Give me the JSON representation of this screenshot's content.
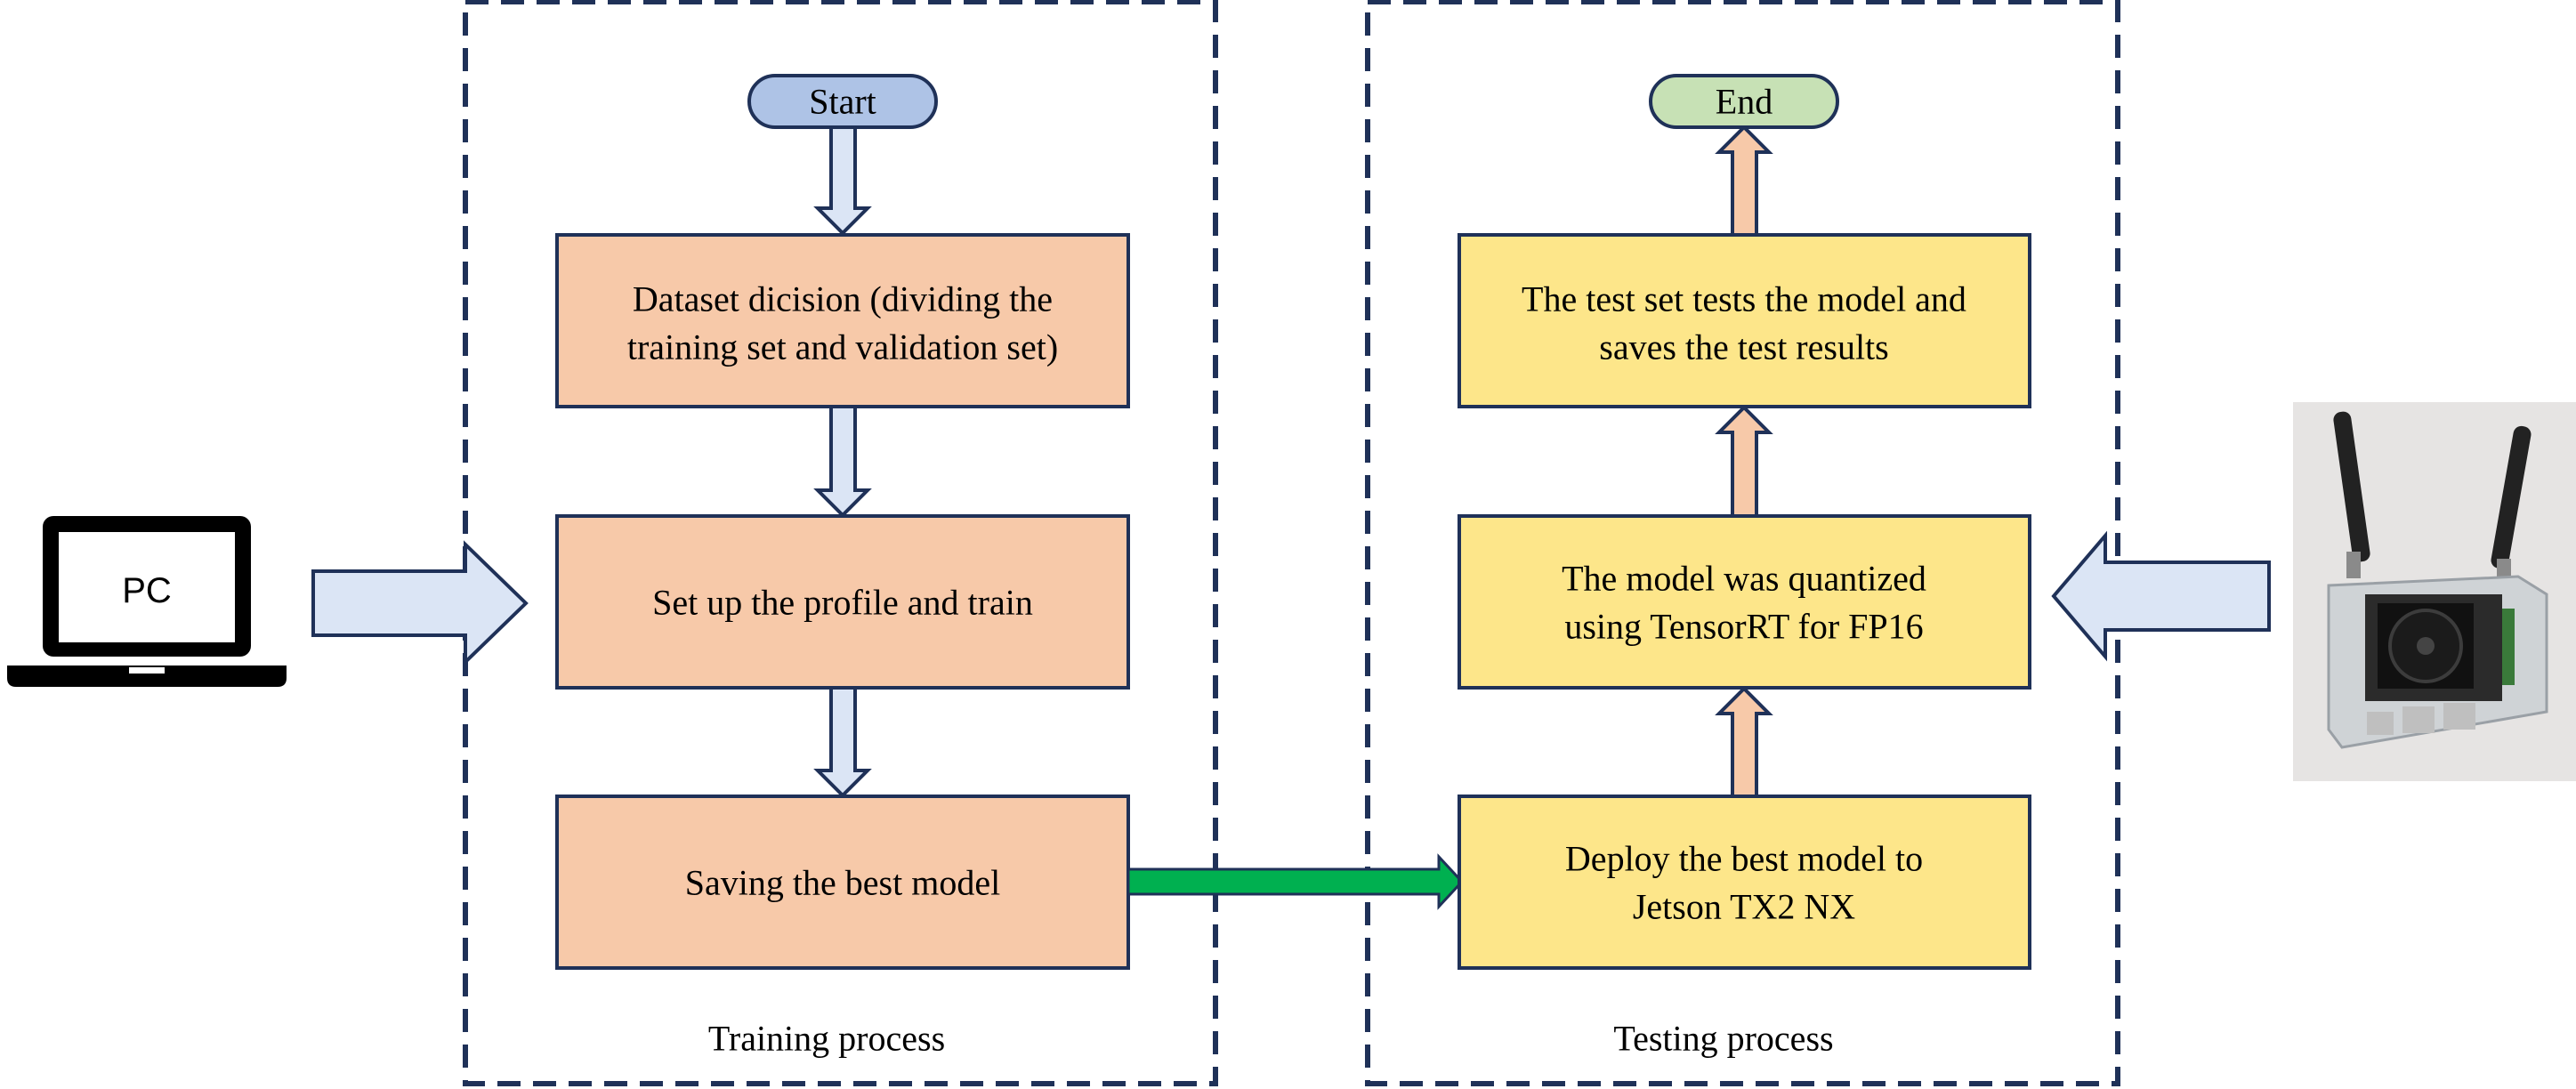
{
  "training": {
    "label": "Training process",
    "start": "Start",
    "step1_line1": "Dataset dicision (dividing the",
    "step1_line2": "training set and validation set)",
    "step2": "Set up the profile and train",
    "step3": "Saving the best model"
  },
  "testing": {
    "label": "Testing process",
    "end": "End",
    "step1_line1": "Deploy the best model to",
    "step1_line2": "Jetson TX2 NX",
    "step2_line1": "The model was quantized",
    "step2_line2": "using TensorRT for FP16",
    "step3_line1": "The test set tests the model and",
    "step3_line2": "saves the test results"
  },
  "pc": {
    "label": "PC"
  },
  "colors": {
    "frame": "#1f3158",
    "training_box": "#f7c9a9",
    "testing_box": "#fde68a",
    "start_fill": "#aec3e6",
    "end_fill": "#c7e1b5",
    "down_arrow": "#dbe5f5",
    "up_arrow": "#f7c9a9",
    "green_arrow": "#00b050",
    "side_arrow": "#dbe5f5"
  },
  "icons": [
    "laptop-icon",
    "jetson-device-icon"
  ]
}
